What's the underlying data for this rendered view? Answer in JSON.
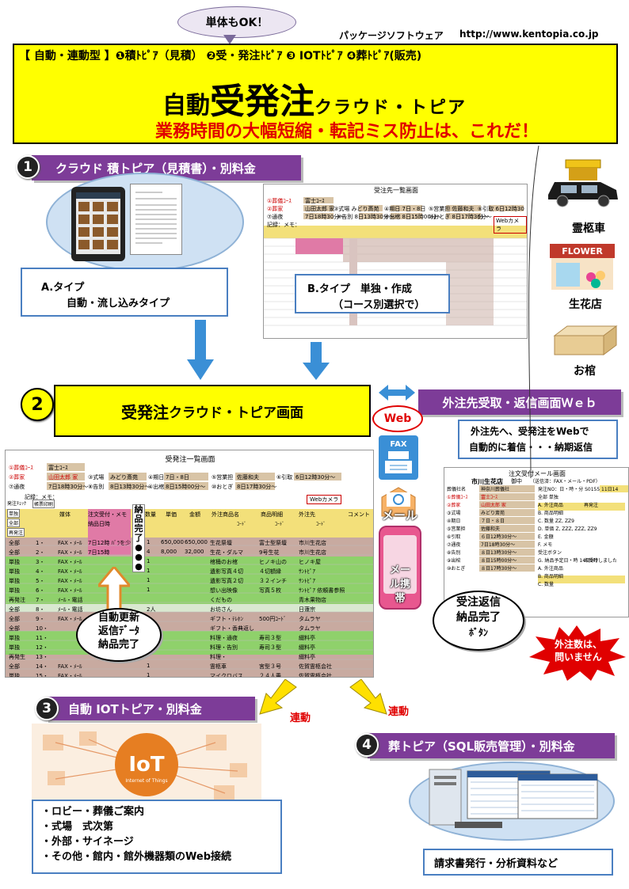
{
  "bubble": "単体もOK！",
  "package_label": "パッケージソフトウェア",
  "url": "http://www.kentopia.co.jp",
  "header": {
    "modules": "【 自動・連動型 】❶積ﾄﾋﾟｱ（見積） ❷受・発注ﾄﾋﾟｱ ❸ IOTﾄﾋﾟｱ ❹葬ﾄﾋﾟｱ(販売)",
    "title_p1": "自動",
    "title_p2": "受発注",
    "title_p3": "クラウド・トピア",
    "tagline": "業務時間の大幅短縮・転記ミス防止は、これだ！"
  },
  "section1": {
    "num": "1",
    "banner": "クラウド 積トピア（見積書）・別料金",
    "type_a_title": "A.タイプ",
    "type_a_sub": "自動・流し込みタイプ",
    "type_b_title": "B.タイプ　単独・作成",
    "type_b_sub": "（コース別選択で）"
  },
  "mock1": {
    "title": "受注先一覧画面",
    "rows": [
      "①葬儀ｺｰｽ",
      "②葬家",
      "⑦通夜",
      "記録：メモ："
    ],
    "cells": [
      "富士ｺｰｽ",
      "山田太郎 家",
      "③式場 みどり斎苑",
      "④期日 7日・8日",
      "⑤営業担 佐藤和夫",
      "⑥引取 6日12時30分～",
      "7日18時30分～",
      "⑧告別 8日13時30分～",
      "⑨出棺 8日15時00分～",
      "⑩おとぎ 8日17時30分～",
      "Webカメラ"
    ]
  },
  "side": {
    "hearse": "霊柩車",
    "flower": "生花店",
    "flower_sign": "FLOWER",
    "coffin": "お棺"
  },
  "section2": {
    "num": "2",
    "banner_p1": "受発注",
    "banner_p2": "クラウド・トピア画面",
    "outsource": "外注先受取・返信画面Ｗｅｂ",
    "outsource_desc1": "外注先へ、受発注をWebで",
    "outsource_desc2": "自動的に着信・・・納期返信",
    "web": "Web",
    "fax": "FAX",
    "mail": "メール",
    "mobile": "メール携帯"
  },
  "mock2": {
    "title": "受発注一覧画面",
    "r1": "①葬儀ｺｰｽ",
    "r1v": "富士ｺｰｽ",
    "r2": "②葬家",
    "r2v": "山田太郎 家",
    "r3": "⑦通夜",
    "r3v": "7日18時30分～",
    "shikijo": "③式場",
    "shikijo_v": "みどり斎苑",
    "kokubetsu": "⑧告別",
    "kokubetsu_v": "8日13時30分～",
    "kijitsu": "④期日",
    "kijitsu_v": "7日・8日",
    "shukkan": "④出棺",
    "shukkan_v": "8日15時00分～",
    "eigyo": "⑤営業担",
    "eigyo_v": "佐藤和夫",
    "otogi": "⑩おとぎ",
    "otogi_v": "8日17時30分～",
    "hikitori": "⑥引取",
    "hikitori_v": "6日12時30分～",
    "memo": "記録：メモ：",
    "webcam": "Webカメラ",
    "headers": [
      "発注ﾁｪｯｸ",
      "帳票印刷",
      "媒体",
      "注文受付・メモ",
      "数量",
      "単価",
      "金額",
      "外注商品名",
      "商品明細",
      "外注先",
      "コメント"
    ],
    "header_sub": [
      "納品日時",
      "ｺｰﾄﾞ",
      "ｺｰﾄﾞ",
      "ｺｰﾄﾞ"
    ],
    "left_buttons": [
      "単独",
      "全部",
      "再発注"
    ],
    "done_label": "納品完了●●●",
    "rows": [
      {
        "c": "全部",
        "n": "1・",
        "m": "FAX・ﾒｰﾙ",
        "o": "7日12時 ﾊﾞﾗを少",
        "q": "1",
        "p": "650,000",
        "a": "650,000",
        "g": "生花祭壇",
        "d": "富士型祭壇",
        "s": "市川生花店"
      },
      {
        "c": "全部",
        "n": "2・",
        "m": "FAX・ﾒｰﾙ",
        "o": "7日15時",
        "q": "4",
        "p": "8,000",
        "a": "32,000",
        "g": "生花・ダルマ",
        "d": "9号生花",
        "s": "市川生花店"
      },
      {
        "c": "単独",
        "n": "3・",
        "m": "FAX・ﾒｰﾙ",
        "o": "",
        "q": "1",
        "p": "",
        "a": "",
        "g": "棺桶のお棺",
        "d": "ヒノキ山の",
        "s": "ヒノキ屋"
      },
      {
        "c": "単独",
        "n": "4・",
        "m": "FAX・ﾒｰﾙ",
        "o": "",
        "q": "1",
        "p": "",
        "a": "",
        "g": "遺影写真４切",
        "d": "４切額縁",
        "s": "ｻﾝﾄﾋﾟｱ"
      },
      {
        "c": "単独",
        "n": "5・",
        "m": "FAX・ﾒｰﾙ",
        "o": "",
        "q": "1",
        "p": "",
        "a": "",
        "g": "遺影写真２切",
        "d": "３２インチ",
        "s": "ｻﾝﾄﾋﾟｱ"
      },
      {
        "c": "単独",
        "n": "6・",
        "m": "FAX・ﾒｰﾙ",
        "o": "",
        "q": "1",
        "p": "",
        "a": "",
        "g": "想い出映像",
        "d": "写真５枚",
        "s": "ｻﾝﾄﾋﾟｱ 依頼書参照"
      },
      {
        "c": "再発注",
        "n": "7・",
        "m": "ﾒｰﾙ・電話",
        "o": "",
        "q": "",
        "p": "",
        "a": "",
        "g": "くだもの",
        "d": "",
        "s": "青木果物店"
      },
      {
        "c": "全部",
        "n": "8・",
        "m": "ﾒｰﾙ・電話",
        "o": "",
        "q": "2人",
        "p": "",
        "a": "",
        "g": "お坊さん",
        "d": "",
        "s": "日蓮宗"
      },
      {
        "c": "全部",
        "n": "9・",
        "m": "FAX・ﾒｰﾙ",
        "o": "",
        "q": "",
        "p": "",
        "a": "",
        "g": "ギフト・ﾃﾚﾎﾝ",
        "d": "500円ｺｰﾄﾞ",
        "s": "タムラヤ"
      },
      {
        "c": "全部",
        "n": "10・",
        "m": "",
        "o": "",
        "q": "",
        "p": "",
        "a": "",
        "g": "ギフト・香典返し",
        "d": "",
        "s": "タムラヤ"
      },
      {
        "c": "単独",
        "n": "11・",
        "m": "",
        "o": "",
        "q": "",
        "p": "",
        "a": "",
        "g": "料理・通夜",
        "d": "寿司３型",
        "s": "綴料亭"
      },
      {
        "c": "単独",
        "n": "12・",
        "m": "",
        "o": "",
        "q": "",
        "p": "",
        "a": "",
        "g": "料理・告別",
        "d": "寿司３型",
        "s": "綴料亭"
      },
      {
        "c": "再発生",
        "n": "13・",
        "m": "",
        "o": "",
        "q": "",
        "p": "",
        "a": "",
        "g": "料理・",
        "d": "",
        "s": "綴料亭"
      },
      {
        "c": "全部",
        "n": "14・",
        "m": "FAX・ﾒｰﾙ",
        "o": "",
        "q": "1",
        "p": "",
        "a": "",
        "g": "霊柩車",
        "d": "宮型３号",
        "s": "佐賀霊柩会社"
      },
      {
        "c": "単独",
        "n": "15・",
        "m": "FAX・ﾒｰﾙ",
        "o": "",
        "q": "1",
        "p": "",
        "a": "",
        "g": "マイクロバス",
        "d": "２４人乗",
        "s": "佐賀霊柩会社"
      }
    ]
  },
  "auto_update": {
    "line1": "自動更新",
    "line2": "返信ﾃﾞｰﾀ",
    "line3": "納品完了"
  },
  "mock3": {
    "title": "注文受付メール画面",
    "shop": "市川生花店",
    "onchu": "御中",
    "send_type": "（送信済：FAX・メール・PDF）",
    "labels": [
      "葬儀社名",
      "①葬儀ｺｰｽ",
      "②葬家",
      "③式場",
      "④期日",
      "⑤営業担",
      "⑥引取",
      "⑦通夜",
      "⑧告別",
      "⑨出棺",
      "⑩おとぎ"
    ],
    "values": [
      "神奈川葬儀社",
      "富士ｺｰｽ",
      "山田太郎 家",
      "みどり斎苑",
      "７日・８日",
      "佐藤和夫",
      "６日12時30分～",
      "7日18時30分～",
      "８日13時30分～",
      "８日15時00分～",
      "８日17時30分～"
    ],
    "right_col": [
      "発注NO：日・時・分 S0155",
      "11日14",
      "全部 単独",
      "再発注",
      "A. 外注商品",
      "B. 商品明細",
      "C. 数量 ZZ, ZZ9",
      "D. 単価 Z, ZZZ, ZZZ, ZZ9",
      "E. 金額",
      "F. メモ",
      "受注ボタン",
      "お受けしました",
      "G. 納品予定日・時 14日9時",
      "A. 外注商品",
      "B. 商品明細",
      "C. 数量"
    ],
    "reply_line1": "受注返信",
    "reply_line2": "納品完了",
    "reply_line3": "ﾎﾞﾀﾝ",
    "burst_line1": "外注数は、",
    "burst_line2": "問いません"
  },
  "section3": {
    "num": "3",
    "banner": "自動 IOTトピア・別料金",
    "renkei": "連動",
    "iot_logo": "IoT",
    "iot_sub": "Internet of Things",
    "items": [
      "・ロビー・葬儀ご案内",
      "・式場　式次第",
      "・外部・サイネージ",
      "・その他・館内・館外機器類のWeb接続"
    ]
  },
  "section4": {
    "num": "4",
    "banner": "葬トピア（SQL販売管理）・別料金",
    "renkei": "連動",
    "caption": "請求書発行・分析資料など"
  },
  "colors": {
    "yellow": "#ffff00",
    "purple": "#7d3c98",
    "red": "#e00000",
    "blue_arrow": "#3a8fd6",
    "green_row": "#8fd16b",
    "tan_row": "#c8aaa0"
  }
}
